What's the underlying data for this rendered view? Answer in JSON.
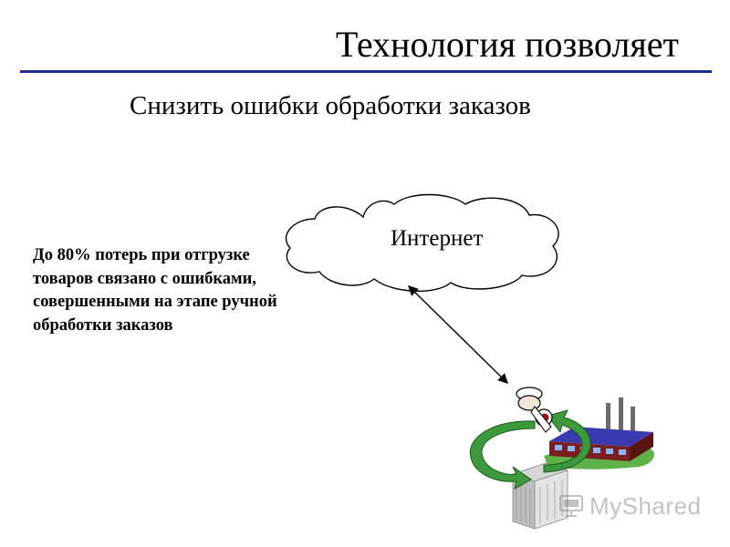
{
  "slide": {
    "title": "Технология позволяет",
    "subtitle": "Снизить ошибки обработки заказов",
    "stat_text": "До 80% потерь при отгрузке товаров связано с ошибками, совершенными на этапе ручной обработки заказов"
  },
  "diagram": {
    "cloud_label": "Интернет",
    "nodes": [
      "internet-cloud",
      "person-figure",
      "factory",
      "server-rack"
    ],
    "links": [
      {
        "from": "internet-cloud",
        "to": "person-figure",
        "style": "double-arrow"
      }
    ],
    "flow_arrows_color": "#3c9a3c"
  },
  "watermark": {
    "text": "MyShared"
  },
  "colors": {
    "title_rule": "#1f2b8f",
    "factory_wall": "#7a1f1f",
    "factory_roof": "#3a3ab0",
    "arrow_green": "#3c9a3c"
  }
}
